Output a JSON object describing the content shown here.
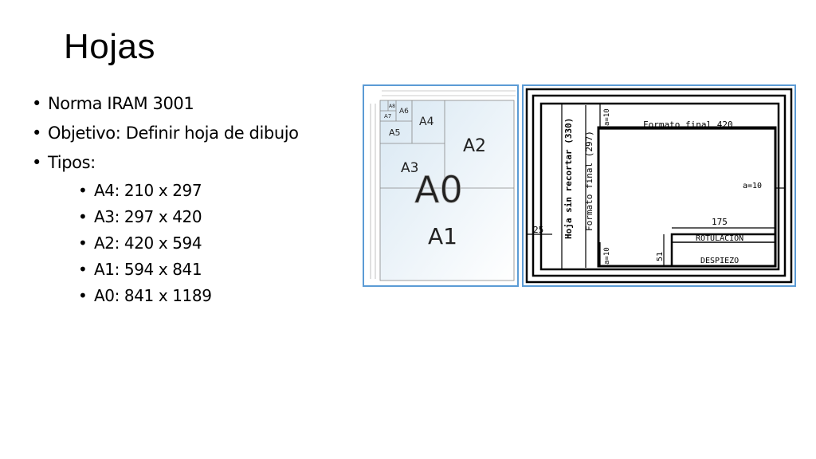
{
  "slide": {
    "title": "Hojas",
    "bullets": [
      "Norma IRAM 3001",
      "Objetivo: Definir hoja de dibujo",
      "Tipos:"
    ],
    "sub_bullets": [
      "A4: 210 x 297",
      "A3: 297 x 420",
      "A2: 420 x 594",
      "A1: 594 x 841",
      "A0: 841 x 1189"
    ]
  },
  "paper_sizes_figure": {
    "labels": [
      "A8",
      "A7",
      "A6",
      "A5",
      "A4",
      "A3",
      "A2",
      "A1",
      "A0"
    ]
  },
  "format_figure": {
    "top_label": "Formato final 420",
    "margin_left": "a=10",
    "margin_bottom": "a=10",
    "margin_right": "a=10",
    "vertical_label_1": "Hoja sin recortar (330)",
    "vertical_label_2": "Formato final (297)",
    "left_dim": "25",
    "block_width": "175",
    "block_height": "51",
    "block_text_1": "ROTULACIÓN",
    "block_text_2": "DESPIEZO"
  }
}
